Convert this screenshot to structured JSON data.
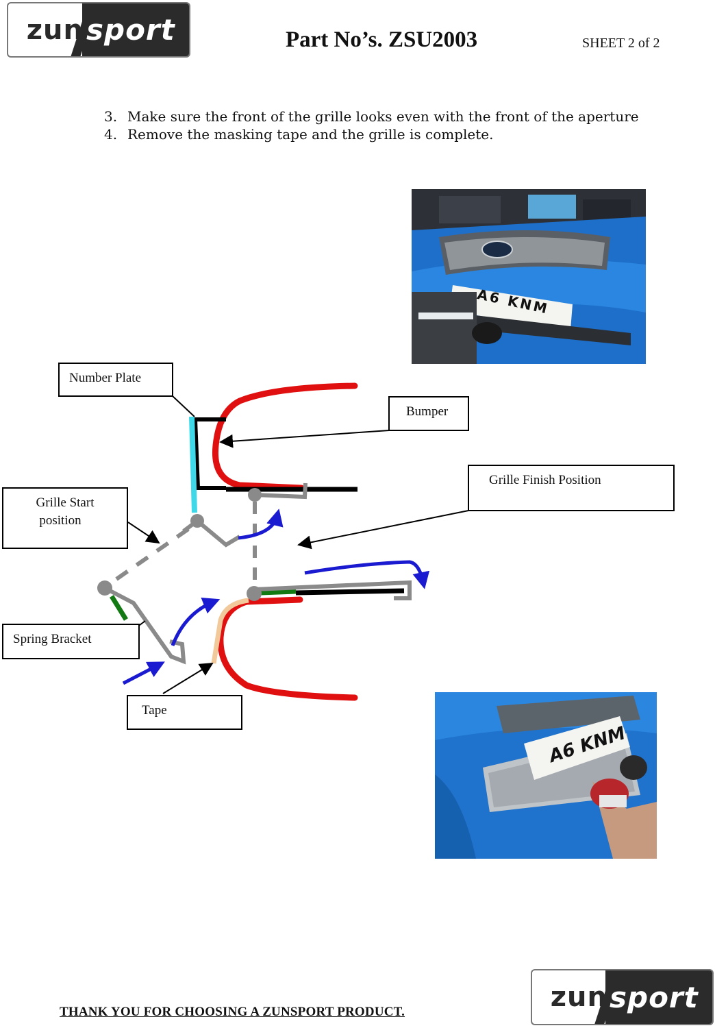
{
  "header": {
    "logo": {
      "zun": "zun",
      "sport": "sport"
    },
    "title": "Part No’s. ZSU2003",
    "sheet": "SHEET 2 of 2"
  },
  "instructions": [
    {
      "num": "3.",
      "text": "Make sure the front of the grille looks even with the front of the aperture"
    },
    {
      "num": "4.",
      "text": "Remove the masking tape and the grille is complete."
    }
  ],
  "photos": {
    "top": {
      "plate_text": "A6 KNM"
    },
    "bottom": {
      "plate_text": "A6 KNM"
    }
  },
  "diagram_labels": {
    "number_plate": "Number Plate",
    "bumper": "Bumper",
    "grille_finish": "Grille Finish Position",
    "grille_start_line1": "Grille Start",
    "grille_start_line2": "position",
    "spring_bracket": "Spring Bracket",
    "tape": "Tape"
  },
  "colors": {
    "bumper": "#e01010",
    "number_plate": "#3fd8e8",
    "grille": "#8a8a8a",
    "arrow": "#1a1ad0",
    "bracket": "#137a13",
    "tape": "#f2c99a"
  },
  "footer": {
    "thank_you": "THANK YOU FOR CHOOSING A ZUNSPORT PRODUCT.",
    "logo": {
      "zun": "zun",
      "sport": "sport"
    }
  }
}
